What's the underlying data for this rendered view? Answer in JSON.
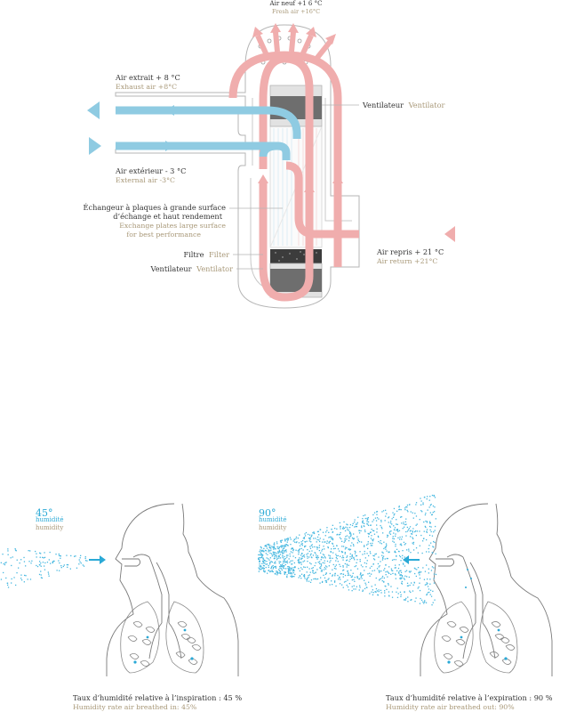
{
  "colors": {
    "blue": "#8fcbe2",
    "red": "#f0adad",
    "line": "#9b9b9b",
    "text": "#333333",
    "secondary": "#a89878",
    "cyan": "#2aa9d6",
    "dots": "#48b8e0"
  },
  "exchanger": {
    "fresh_fr": "Air neuf +1 6 °C",
    "fresh_en": "Fresh air +16°C",
    "exhaust_fr": "Air extrait + 8 °C",
    "exhaust_en": "Exhaust air +8°C",
    "ventilator_top_fr": "Ventilateur",
    "ventilator_top_en": "Ventilator",
    "outdoor_fr": "Air extérieur  - 3 °C",
    "outdoor_en": "External air -3°C",
    "plates_fr_1": "Échangeur à plaques à grande surface",
    "plates_fr_2": "d’échange et haut rendement",
    "plates_en_1": "Exchange plates large surface",
    "plates_en_2": "for best performance",
    "return_fr": "Air repris + 21 °C",
    "return_en": "Air return +21°C",
    "filter_fr": "Filtre",
    "filter_en": "Filter",
    "ventilator_bottom_fr": "Ventilateur",
    "ventilator_bottom_en": "Ventilator"
  },
  "humidity": {
    "left_value": "45°",
    "left_label_fr": "humidité",
    "left_label_en": "humidity",
    "right_value": "90°",
    "right_label_fr": "humidité",
    "right_label_en": "humidity",
    "inspiration_fr": "Taux d’humidité relative à l’inspiration : 45 %",
    "inspiration_en": "Humidity rate air breathed in: 45%",
    "expiration_fr": "Taux d’humidité relative à l’expiration : 90 %",
    "expiration_en": "Humidity rate air breathed out: 90%"
  }
}
